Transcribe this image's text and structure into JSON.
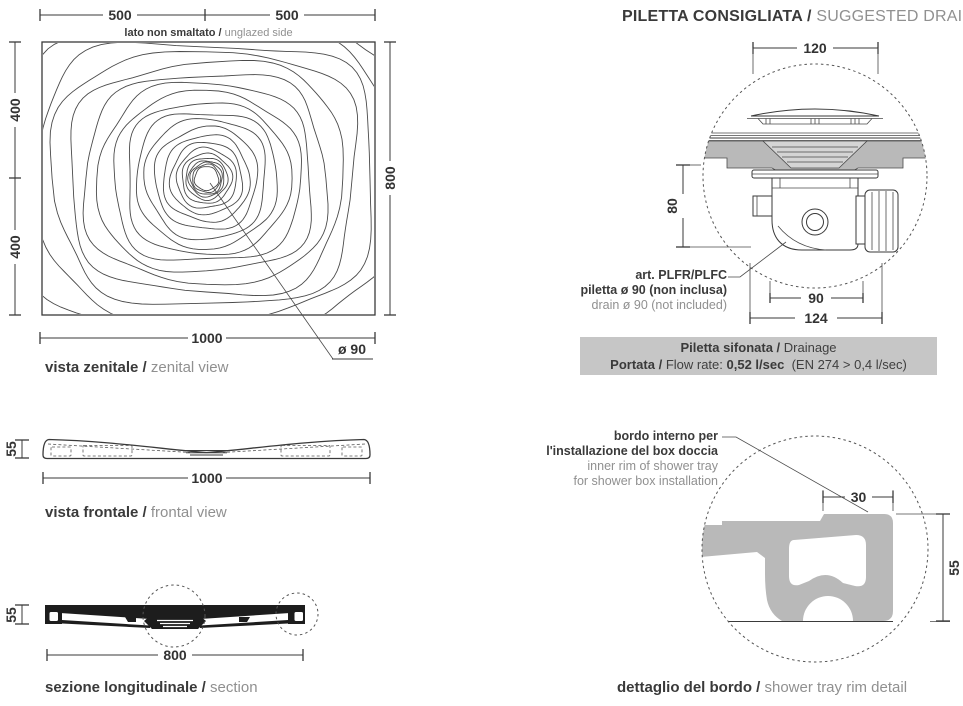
{
  "title": {
    "it": "PILETTA CONSIGLIATA /",
    "en": "SUGGESTED DRAIN"
  },
  "zenital": {
    "dim_top_left": "500",
    "dim_top_right": "500",
    "note_it": "lato non smaltato /",
    "note_en": "unglazed side",
    "dim_left_upper": "400",
    "dim_left_lower": "400",
    "dim_right": "800",
    "dim_bottom": "1000",
    "drain_label": "ø 90",
    "caption_it": "vista zenitale /",
    "caption_en": "zenital view"
  },
  "frontal": {
    "dim_height": "55",
    "dim_width": "1000",
    "caption_it": "vista frontale /",
    "caption_en": "frontal view"
  },
  "section": {
    "dim_height": "55",
    "dim_width": "800",
    "caption_it": "sezione longitudinale /",
    "caption_en": "section"
  },
  "drain_detail": {
    "dim_top": "120",
    "dim_side": "80",
    "dim_inner": "90",
    "dim_outer": "124",
    "art_line1": "art. PLFR/PLFC",
    "art_line2": "piletta ø 90 (non inclusa)",
    "art_line3": "drain ø 90 (not included)"
  },
  "drainage_box": {
    "line1_bold": "Piletta sifonata /",
    "line1_rest": "Drainage",
    "line2_bold": "Portata /",
    "line2_mid": "Flow rate:",
    "line2_value": "0,52 l/sec",
    "line2_note": "(EN 274 > 0,4 l/sec)"
  },
  "rim_detail": {
    "dim_top": "30",
    "dim_side": "55",
    "label_line1": "bordo interno per",
    "label_line2": "l'installazione del box doccia",
    "label_line3": "inner rim of shower tray",
    "label_line4": "for shower box installation",
    "caption_it": "dettaglio del bordo /",
    "caption_en": "shower tray rim detail"
  },
  "colors": {
    "line": "#3a3a3a",
    "gray_text": "#909090",
    "fill_gray": "#b9b9b9",
    "box_bg": "#c6c6c6",
    "black": "#1d1d1d"
  }
}
